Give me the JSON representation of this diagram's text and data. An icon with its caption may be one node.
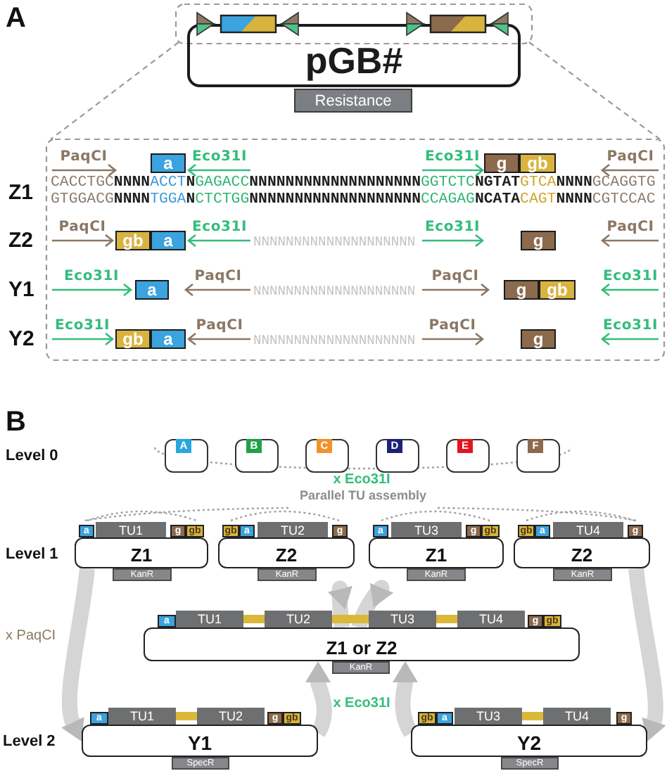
{
  "diagram": {
    "nodes": [
      {
        "text": [
          "pGB#"
        ]
      },
      {
        "text": [
          "Resistance"
        ]
      },
      {
        "text": [
          "a"
        ]
      },
      {
        "text": [
          "g"
        ]
      },
      {
        "text": [
          "gb"
        ]
      },
      {
        "text": [
          "gb"
        ]
      },
      {
        "text": [
          "a"
        ]
      },
      {
        "text": [
          "g"
        ]
      },
      {
        "text": [
          "a"
        ]
      },
      {
        "text": [
          "g"
        ]
      },
      {
        "text": [
          "gb"
        ]
      },
      {
        "text": [
          "gb"
        ]
      },
      {
        "text": [
          "a"
        ]
      },
      {
        "text": [
          "g"
        ]
      },
      {
        "text": [
          "A"
        ]
      },
      {
        "text": [
          "B"
        ]
      },
      {
        "text": [
          "C"
        ]
      },
      {
        "text": [
          "D"
        ]
      },
      {
        "text": [
          "E"
        ]
      },
      {
        "text": [
          "F"
        ]
      },
      {
        "text": [
          "a"
        ]
      },
      {
        "text": [
          "TU1"
        ]
      },
      {
        "text": [
          "g"
        ]
      },
      {
        "text": [
          "gb"
        ]
      },
      {
        "text": [
          "Z1"
        ]
      },
      {
        "text": [
          "KanR"
        ]
      },
      {
        "text": [
          "gb"
        ]
      },
      {
        "text": [
          "a"
        ]
      },
      {
        "text": [
          "TU2"
        ]
      },
      {
        "text": [
          "g"
        ]
      },
      {
        "text": [
          "Z2"
        ]
      },
      {
        "text": [
          "KanR"
        ]
      },
      {
        "text": [
          "a"
        ]
      },
      {
        "text": [
          "TU3"
        ]
      },
      {
        "text": [
          "g"
        ]
      },
      {
        "text": [
          "gb"
        ]
      },
      {
        "text": [
          "Z1"
        ]
      },
      {
        "text": [
          "KanR"
        ]
      },
      {
        "text": [
          "gb"
        ]
      },
      {
        "text": [
          "a"
        ]
      },
      {
        "text": [
          "TU4"
        ]
      },
      {
        "text": [
          "g"
        ]
      },
      {
        "text": [
          "Z2"
        ]
      },
      {
        "text": [
          "KanR"
        ]
      },
      {
        "text": [
          "a"
        ]
      },
      {
        "text": [
          "TU1"
        ]
      },
      {
        "text": [
          "TU2"
        ]
      },
      {
        "text": [
          "TU3"
        ]
      },
      {
        "text": [
          "TU4"
        ]
      },
      {
        "text": [
          "g"
        ]
      },
      {
        "text": [
          "gb"
        ]
      },
      {
        "text": [
          "Z1 or Z2"
        ]
      },
      {
        "text": [
          "KanR"
        ]
      },
      {
        "text": [
          "a"
        ]
      },
      {
        "text": [
          "TU1"
        ]
      },
      {
        "text": [
          "TU2"
        ]
      },
      {
        "text": [
          "g"
        ]
      },
      {
        "text": [
          "gb"
        ]
      },
      {
        "text": [
          "Y1"
        ]
      },
      {
        "text": [
          "SpecR"
        ]
      },
      {
        "text": [
          "gb"
        ]
      },
      {
        "text": [
          "a"
        ]
      },
      {
        "text": [
          "TU3"
        ]
      },
      {
        "text": [
          "TU4"
        ]
      },
      {
        "text": [
          "g"
        ]
      },
      {
        "text": [
          "Y2"
        ]
      },
      {
        "text": [
          "SpecR"
        ]
      }
    ],
    "edges": [
      {
        "from": 24,
        "to": 58,
        "arrow": "to"
      },
      {
        "from": 58,
        "to": 51,
        "arrow": "to"
      },
      {
        "from": 51,
        "to": 36,
        "arrow": "to"
      },
      {
        "from": 42,
        "to": 65,
        "arrow": "to"
      },
      {
        "from": 65,
        "to": 51,
        "arrow": "to"
      },
      {
        "from": 51,
        "to": 30,
        "arrow": "to"
      }
    ],
    "labels": [
      "A",
      "Z1",
      "PaqCI",
      "Eco31I",
      "Eco31I",
      "PaqCI",
      "CACCTGCNNNNACCTNGAGACCNNNNNNNNNNNNNNNNNNNGGTCTCNGTATGTCANNNNGCAGGTG",
      "GTGGACGNNNNTGGANCTCTGGNNNNNNNNNNNNNNNNNNNCCAGAGNCATACAGTNNNNCGTCCAC",
      "Z2",
      "PaqCI",
      "Eco31I",
      "NNNNNNNNNNNNNNNNNNNN",
      "Eco31I",
      "PaqCI",
      "Y1",
      "Eco31I",
      "PaqCI",
      "NNNNNNNNNNNNNNNNNNNN",
      "PaqCI",
      "Eco31I",
      "Y2",
      "Eco31I",
      "PaqCI",
      "NNNNNNNNNNNNNNNNNNNN",
      "PaqCI",
      "Eco31I",
      "B",
      "Level 0",
      "x Eco31I",
      "Parallel TU assembly",
      "Level 1",
      "x PaqCI",
      "x Eco31I",
      "Level 2"
    ]
  }
}
